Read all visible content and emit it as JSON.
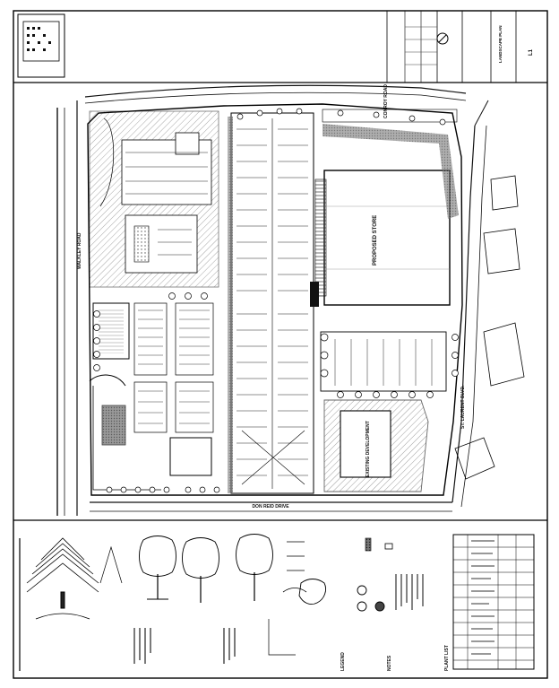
{
  "drawing": {
    "road_labels": {
      "walkley": "WALKLEY ROAD",
      "conroy": "CONROY ROAD",
      "don_reid": "DON REID DRIVE",
      "st_laurent": "ST. LAURENT BLVD."
    },
    "building_labels": {
      "proposed_store": "PROPOSED STORE",
      "existing_development": "EXISTING DEVELOPMENT"
    },
    "legend": {
      "legend_title": "LEGEND",
      "notes_title": "NOTES",
      "plant_list_title": "PLANT LIST"
    },
    "title_block": {
      "sheet_title": "LANDSCAPE PLAN",
      "sheet_number": "L1"
    }
  }
}
